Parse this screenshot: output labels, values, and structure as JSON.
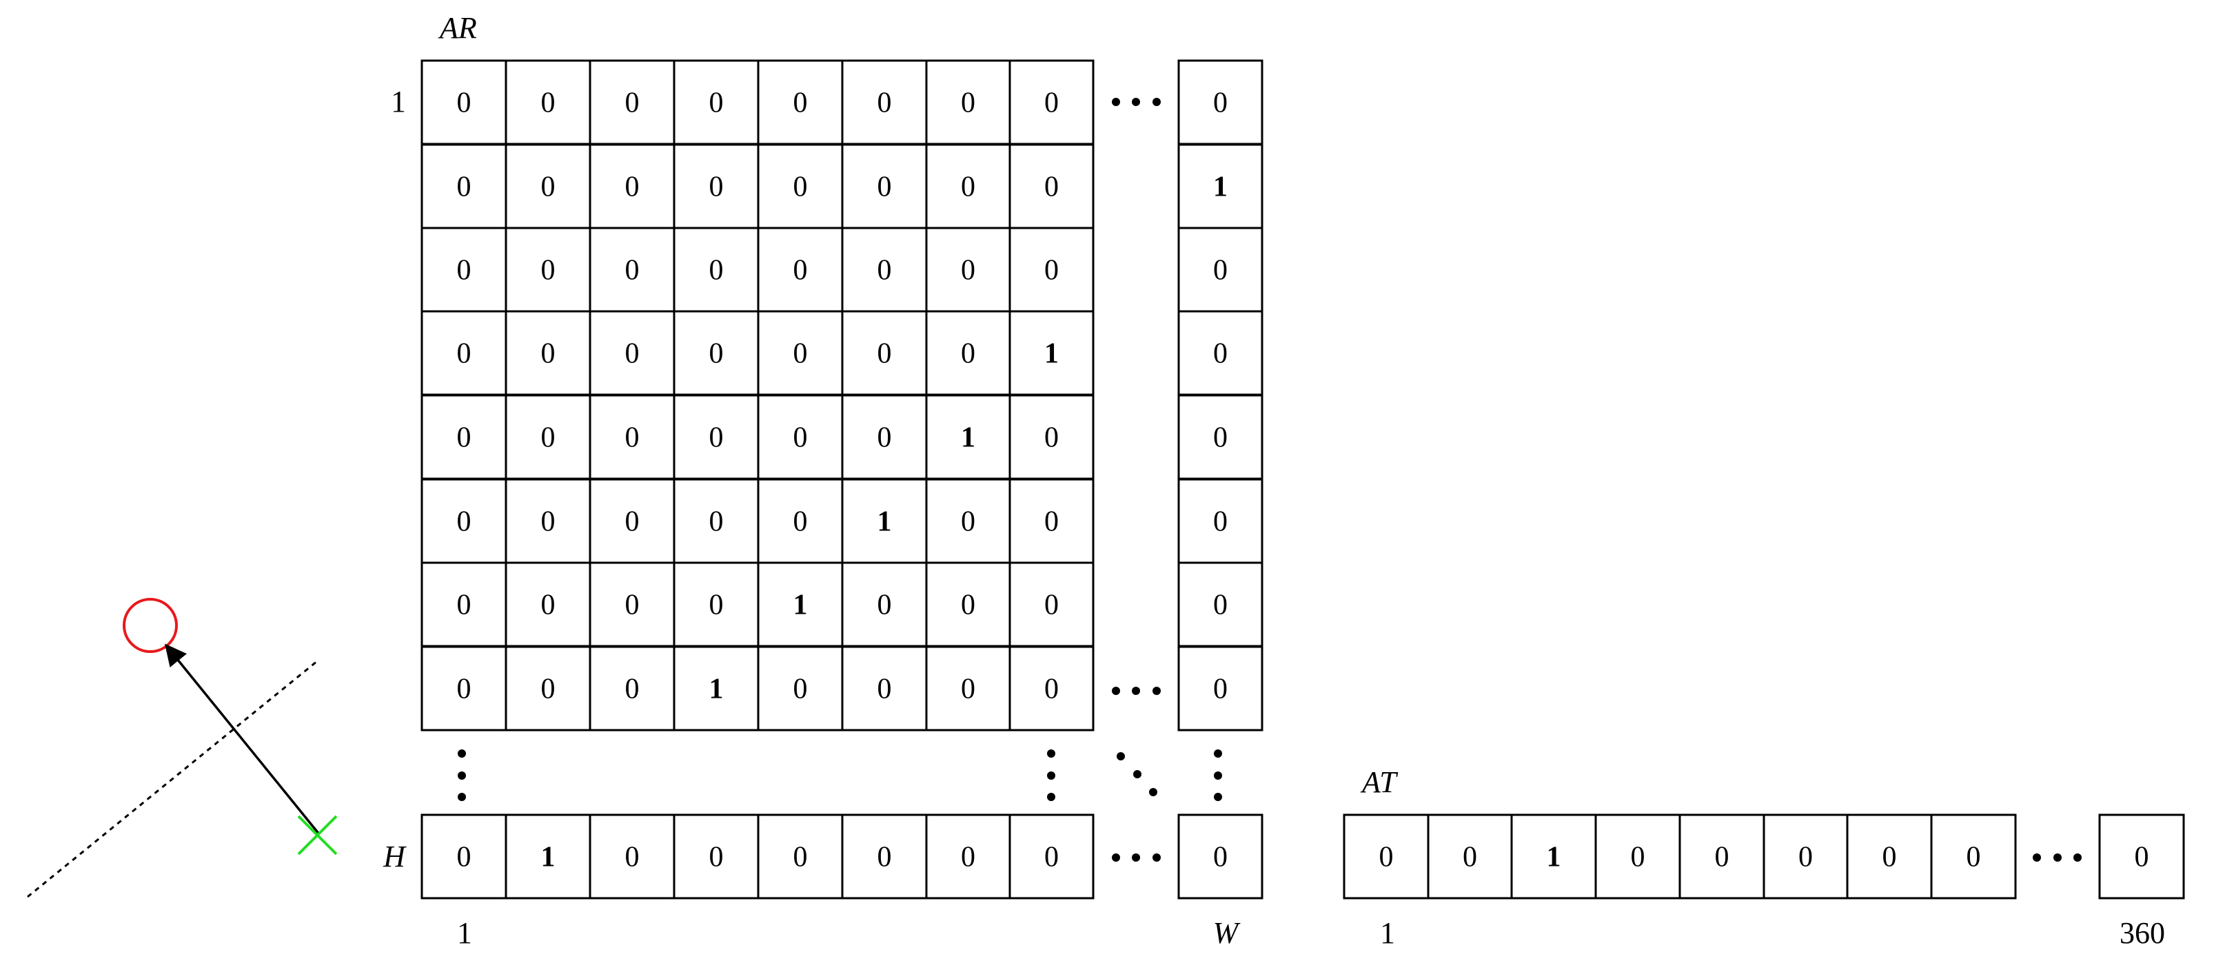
{
  "ar_matrix": {
    "title": "AR",
    "row_start_label": "1",
    "row_end_label": "H",
    "col_start_label": "1",
    "col_end_label": "W",
    "rows": [
      [
        "0",
        "0",
        "0",
        "0",
        "0",
        "0",
        "0",
        "0",
        "0"
      ],
      [
        "0",
        "0",
        "0",
        "0",
        "0",
        "0",
        "0",
        "0",
        "1"
      ],
      [
        "0",
        "0",
        "0",
        "0",
        "0",
        "0",
        "0",
        "0",
        "0"
      ],
      [
        "0",
        "0",
        "0",
        "0",
        "0",
        "0",
        "0",
        "1",
        "0"
      ],
      [
        "0",
        "0",
        "0",
        "0",
        "0",
        "0",
        "1",
        "0",
        "0"
      ],
      [
        "0",
        "0",
        "0",
        "0",
        "0",
        "1",
        "0",
        "0",
        "0"
      ],
      [
        "0",
        "0",
        "0",
        "0",
        "1",
        "0",
        "0",
        "0",
        "0"
      ],
      [
        "0",
        "0",
        "0",
        "1",
        "0",
        "0",
        "0",
        "0",
        "0"
      ],
      [
        "0",
        "1",
        "0",
        "0",
        "0",
        "0",
        "0",
        "0",
        "0"
      ]
    ]
  },
  "at_vector": {
    "title": "AT",
    "start_label": "1",
    "end_label": "360",
    "values": [
      "0",
      "0",
      "1",
      "0",
      "0",
      "0",
      "0",
      "0",
      "0"
    ]
  },
  "sketch": {
    "target_color": "#e8191c",
    "cross_color": "#22dd22",
    "icons": [
      "target-circle-icon",
      "green-cross-icon",
      "direction-arrow-icon",
      "dotted-line"
    ]
  }
}
